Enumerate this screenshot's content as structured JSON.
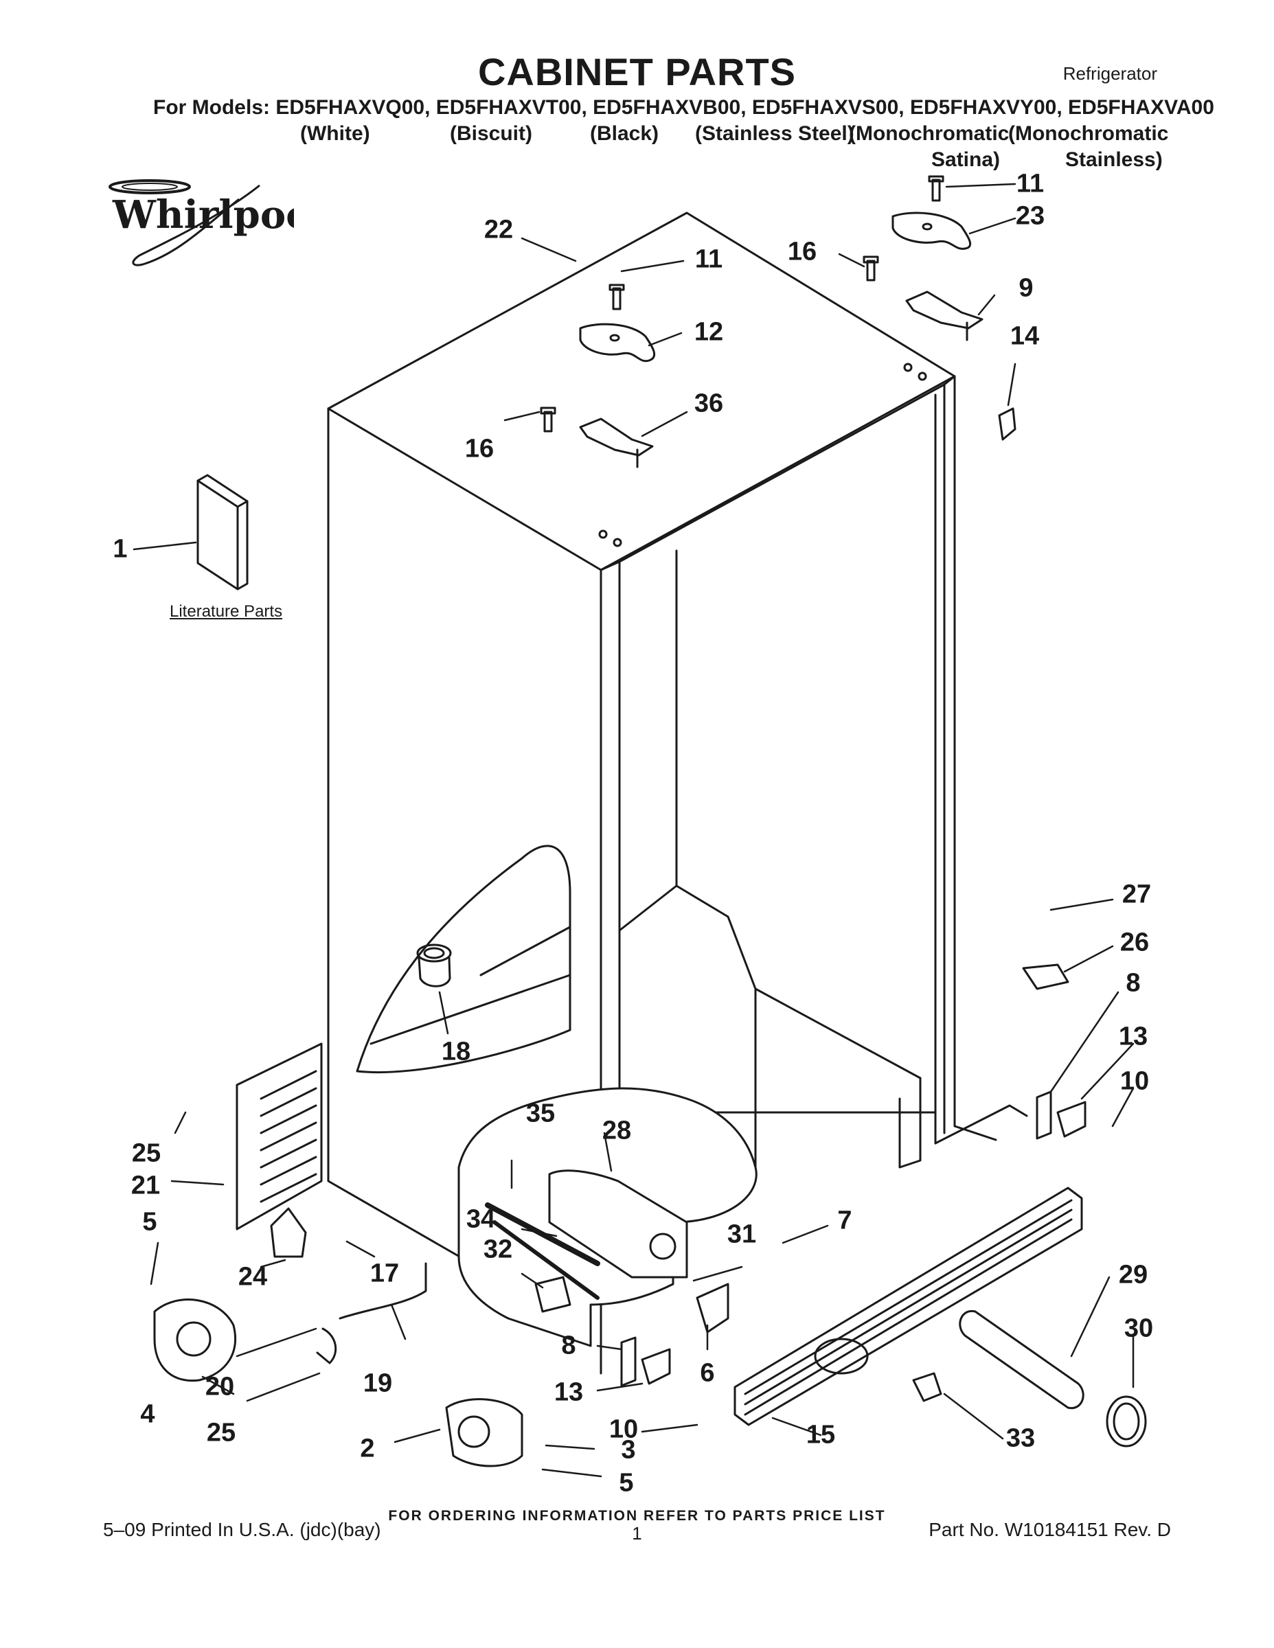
{
  "header": {
    "title": "CABINET PARTS",
    "category": "Refrigerator",
    "models_line": "For Models: ED5FHAXVQ00, ED5FHAXVT00, ED5FHAXVB00, ED5FHAXVS00, ED5FHAXVY00, ED5FHAXVA00",
    "variants_line1": [
      "(White)",
      "(Biscuit)",
      "(Black)",
      "(Stainless Steel)",
      "(Monochromatic",
      "(Monochromatic"
    ],
    "variants_line2": [
      "Satina)",
      "Stainless)"
    ]
  },
  "logo": {
    "text": "Whirlpool"
  },
  "diagram": {
    "literature_label": "Literature Parts",
    "callouts": [
      "1",
      "2",
      "3",
      "4",
      "5",
      "5",
      "6",
      "7",
      "8",
      "8",
      "9",
      "10",
      "10",
      "11",
      "11",
      "12",
      "13",
      "13",
      "14",
      "15",
      "16",
      "16",
      "17",
      "18",
      "19",
      "20",
      "21",
      "22",
      "23",
      "24",
      "25",
      "25",
      "26",
      "27",
      "28",
      "29",
      "30",
      "31",
      "32",
      "33",
      "34",
      "35",
      "36"
    ]
  },
  "footer": {
    "ordering_info": "FOR ORDERING INFORMATION REFER TO PARTS PRICE LIST",
    "printed": "5–09 Printed In U.S.A. (jdc)(bay)",
    "page": "1",
    "part_no": "Part No. W10184151 Rev. D"
  }
}
